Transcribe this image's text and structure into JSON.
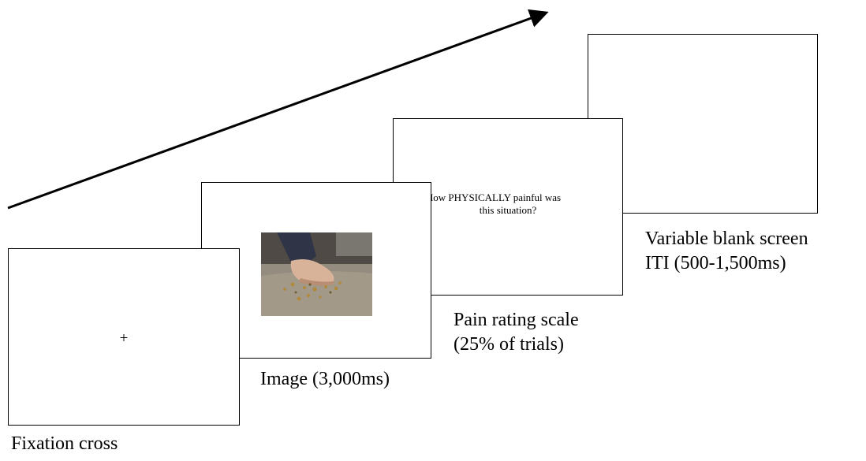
{
  "fixation": {
    "symbol": "+",
    "caption": "Fixation cross"
  },
  "image_screen": {
    "caption": "Image (3,000ms)",
    "photo_icon": "foot-stepping-on-tacks-photo"
  },
  "rating_screen": {
    "question_line1": "How PHYSICALLY painful was",
    "question_line2": "this situation?",
    "caption_line1": "Pain rating scale",
    "caption_line2": "(25% of trials)"
  },
  "iti_screen": {
    "caption_line1": "Variable blank screen",
    "caption_line2": "ITI (500-1,500ms)"
  },
  "colors": {
    "stroke": "#000000",
    "background": "#ffffff"
  }
}
